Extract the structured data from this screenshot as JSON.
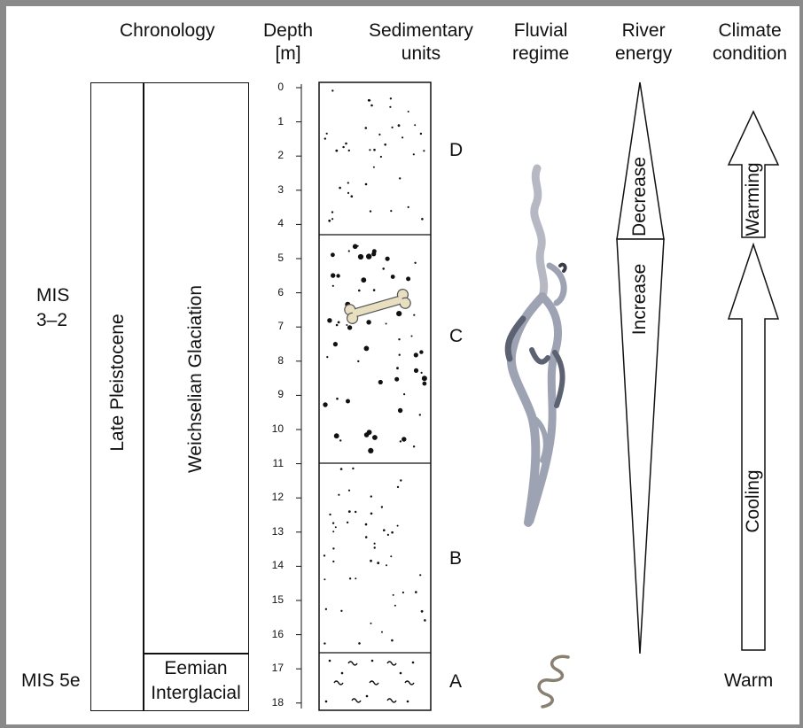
{
  "headers": {
    "chronology": "Chronology",
    "depth_line1": "Depth",
    "depth_line2": "[m]",
    "sedimentary_line1": "Sedimentary",
    "sedimentary_line2": "units",
    "fluvial_line1": "Fluvial",
    "fluvial_line2": "regime",
    "river_line1": "River",
    "river_line2": "energy",
    "climate_line1": "Climate",
    "climate_line2": "condition"
  },
  "mis": {
    "upper_line1": "MIS",
    "upper_line2": "3–2",
    "lower": "MIS 5e"
  },
  "chronology": {
    "period": "Late Pleistocene",
    "glaciation": "Weichselian Glaciation",
    "interglacial_line1": "Eemian",
    "interglacial_line2": "Interglacial"
  },
  "depth_ticks": [
    "0",
    "1",
    "2",
    "3",
    "4",
    "5",
    "6",
    "7",
    "8",
    "9",
    "10",
    "11",
    "12",
    "13",
    "14",
    "15",
    "16",
    "17",
    "18"
  ],
  "units": {
    "D": "D",
    "C": "C",
    "B": "B",
    "A": "A"
  },
  "river_energy": {
    "decrease": "Decrease",
    "increase": "Increase"
  },
  "climate": {
    "warming": "Warming",
    "cooling": "Cooling",
    "warm": "Warm"
  },
  "colors": {
    "border": "#8a8a8a",
    "river": "#9ea3b3",
    "river_dark": "#5d6273",
    "bone": "#e8dfc0"
  }
}
